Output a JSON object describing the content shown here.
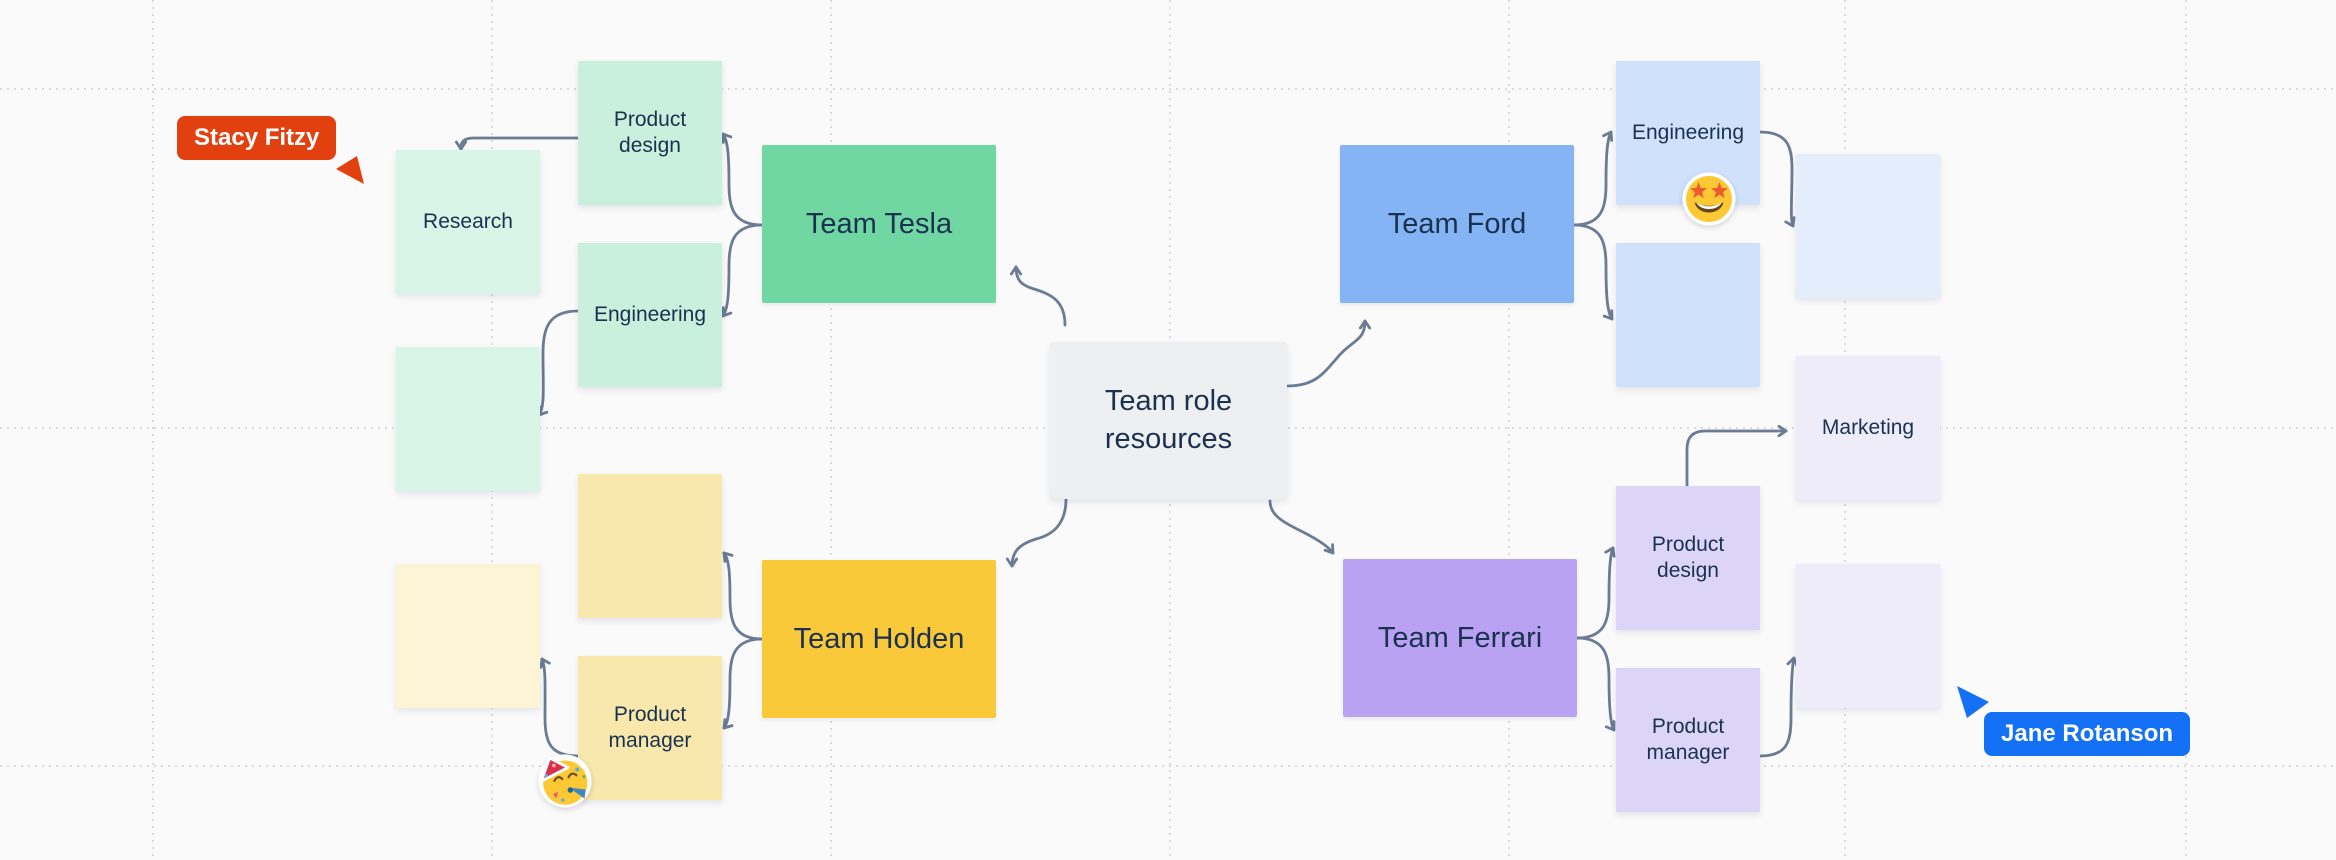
{
  "canvas": {
    "background_color": "#fafafa",
    "grid_color": "#d9d9de",
    "connector_color": "#6b7b94",
    "text_color": "#1a3150"
  },
  "center_node": {
    "label": "Team role resources",
    "color": "#edeff0"
  },
  "teams": {
    "tesla": {
      "label": "Team Tesla",
      "color": "#70d7a2"
    },
    "ford": {
      "label": "Team Ford",
      "color": "#85b4f4"
    },
    "holden": {
      "label": "Team Holden",
      "color": "#f9c93a"
    },
    "ferrari": {
      "label": "Team Ferrari",
      "color": "#b9a2f2"
    }
  },
  "stickies": {
    "tesla_product_design": {
      "label": "Product design",
      "color": "#c9f0dc"
    },
    "tesla_research": {
      "label": "Research",
      "color": "#d9f5e8"
    },
    "tesla_engineering": {
      "label": "Engineering",
      "color": "#c9f0dc"
    },
    "tesla_blank": {
      "label": "",
      "color": "#d9f5e8"
    },
    "ford_engineering": {
      "label": "Engineering",
      "color": "#cfe1fb"
    },
    "ford_blank": {
      "label": "",
      "color": "#cfe1fb"
    },
    "ford_blank_right": {
      "label": "",
      "color": "#e3edfc"
    },
    "ferrari_marketing": {
      "label": "Marketing",
      "color": "#efecfa"
    },
    "ferrari_product_design": {
      "label": "Product design",
      "color": "#ddd5f7"
    },
    "ferrari_product_manager": {
      "label": "Product manager",
      "color": "#ddd5f7"
    },
    "ferrari_blank_right": {
      "label": "",
      "color": "#efecfa"
    },
    "holden_blank_top": {
      "label": "",
      "color": "#f9e8ac"
    },
    "holden_product_manager": {
      "label": "Product manager",
      "color": "#f9e8ac"
    },
    "holden_blank_left": {
      "label": "",
      "color": "#fdf4d6"
    }
  },
  "cursors": {
    "stacy": {
      "name": "Stacy Fitzy",
      "color": "#e2410f"
    },
    "jane": {
      "name": "Jane Rotanson",
      "color": "#1471f6"
    }
  },
  "stickers": {
    "star_struck": {
      "emoji_name": "star-struck"
    },
    "partying_face": {
      "emoji_name": "partying-face"
    }
  }
}
